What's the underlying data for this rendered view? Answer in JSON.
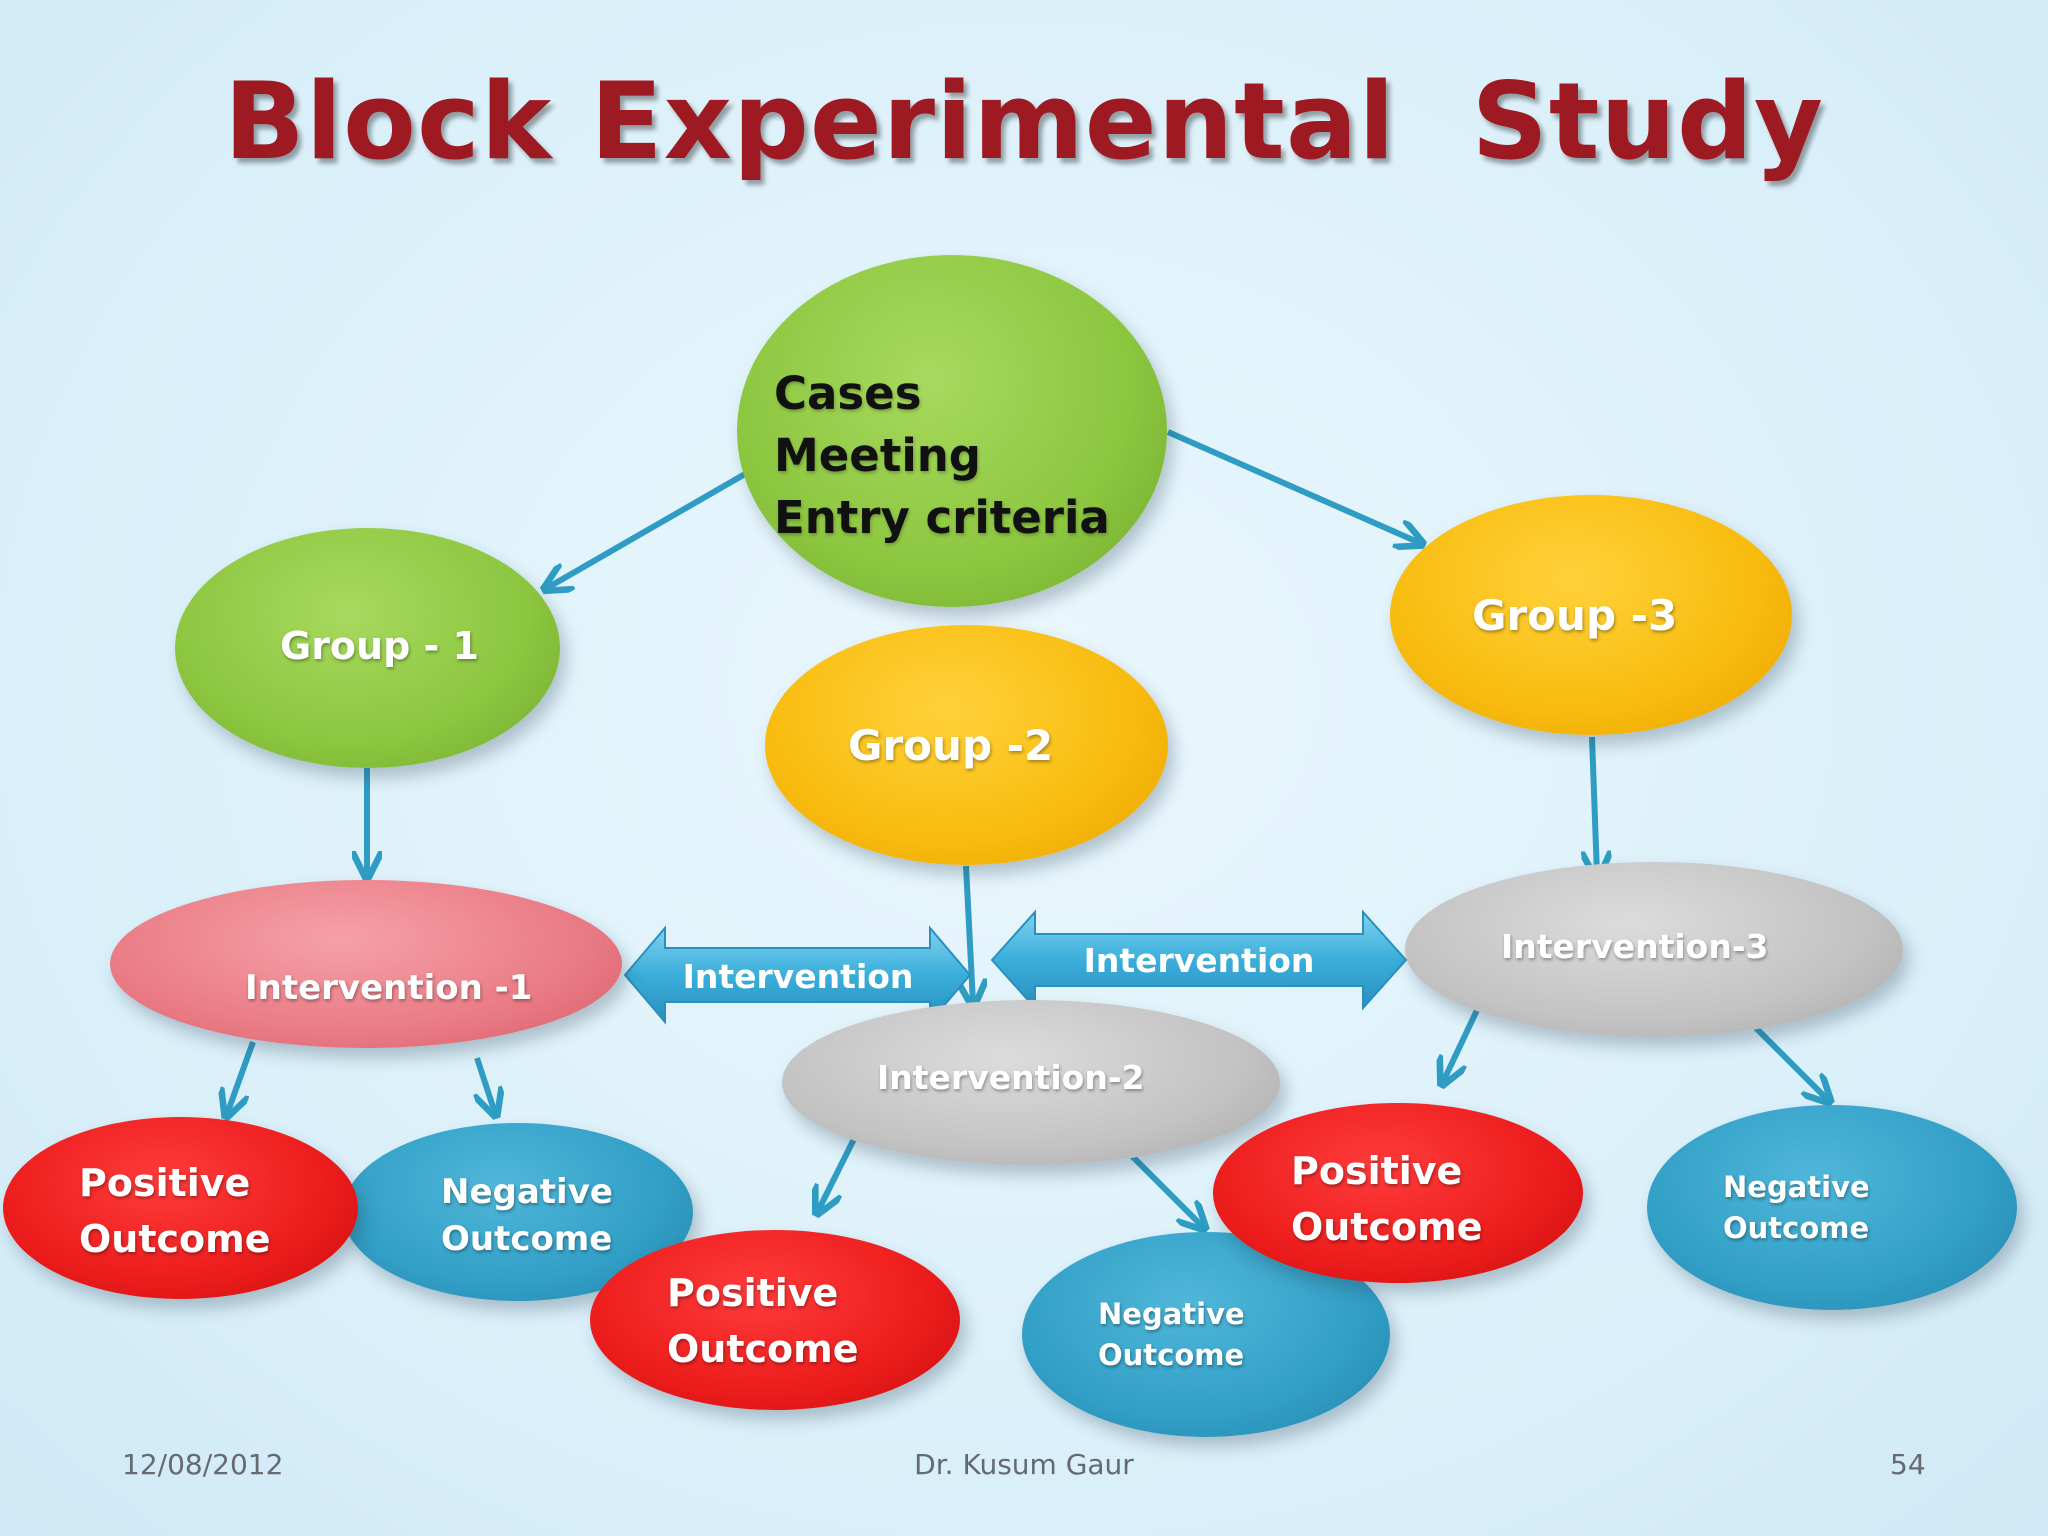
{
  "title": "Block Experimental  Study",
  "nodes": {
    "cases": [
      "Cases",
      "Meeting",
      "Entry criteria"
    ],
    "group1": "Group - 1",
    "group2": "Group -2",
    "group3": "Group -3",
    "intervention1": "Intervention -1",
    "intervention2": "Intervention-2",
    "intervention3": "Intervention-3",
    "i1_positive": [
      "Positive",
      "Outcome"
    ],
    "i1_negative": [
      "Negative",
      "Outcome"
    ],
    "i2_positive": [
      "Positive",
      "Outcome"
    ],
    "i2_negative": [
      "Negative",
      "Outcome"
    ],
    "i3_positive": [
      "Positive",
      "Outcome"
    ],
    "i3_negative": [
      "Negative",
      "Outcome"
    ]
  },
  "connectors": {
    "left": "Intervention",
    "right": "Intervention"
  },
  "footer": {
    "date": "12/08/2012",
    "author": "Dr. Kusum Gaur",
    "page": "54"
  },
  "colors": {
    "title": "#9e1a22",
    "arrow": "#2e9cc3",
    "green": "#8cc63f",
    "yellow": "#f8bb0e",
    "pink": "#ea7b85",
    "grey": "#c3c3c3",
    "red": "#ec1c1c",
    "blue": "#329fc6"
  }
}
